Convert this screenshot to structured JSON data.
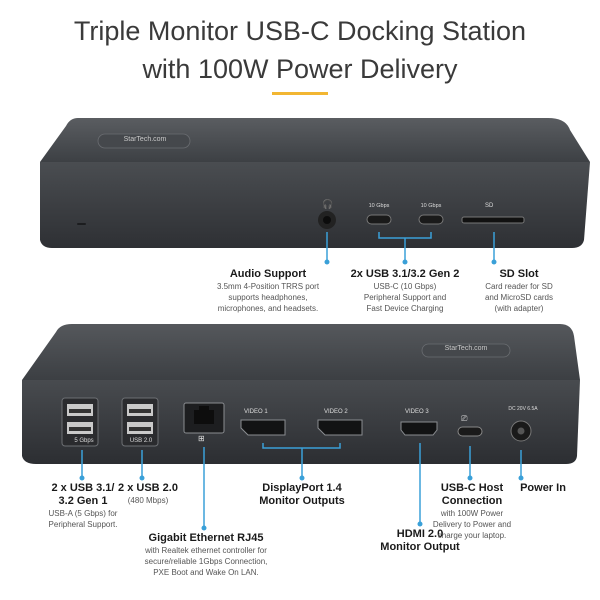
{
  "title": {
    "line1": "Triple Monitor USB-C Docking Station",
    "line2": "with 100W Power Delivery"
  },
  "brand": "StarTech.com",
  "top_ports": {
    "usb_c_left_label": "10 Gbps",
    "usb_c_right_label": "10 Gbps",
    "sd_label": "SD"
  },
  "bottom_ports": {
    "usb_a_label": "5 Gbps",
    "usb2_label": "USB 2.0",
    "video1": "VIDEO 1",
    "video2": "VIDEO 2",
    "video3": "VIDEO 3",
    "power_label": "DC 20V 6.5A"
  },
  "callouts": {
    "audio": {
      "title": "Audio Support",
      "desc1": "3.5mm 4-Position TRRS port",
      "desc2": "supports headphones,",
      "desc3": "microphones, and headsets."
    },
    "usb_gen2": {
      "title": "2x USB 3.1/3.2 Gen 2",
      "desc1": "USB-C (10 Gbps)",
      "desc2": "Peripheral Support and",
      "desc3": "Fast Device Charging"
    },
    "sd": {
      "title": "SD Slot",
      "desc1": "Card reader for SD",
      "desc2": "and MicroSD cards",
      "desc3": "(with adapter)"
    },
    "usb_gen1": {
      "title1": "2 x USB 3.1/",
      "title2": "3.2 Gen 1",
      "desc1": "USB-A (5 Gbps) for",
      "desc2": "Peripheral Support."
    },
    "usb2": {
      "title": "2 x USB 2.0",
      "desc": "(480 Mbps)"
    },
    "displayport": {
      "title1": "DisplayPort 1.4",
      "title2": "Monitor Outputs"
    },
    "ethernet": {
      "title": "Gigabit Ethernet RJ45",
      "desc1": "with Realtek ethernet controller for",
      "desc2": "secure/reliable 1Gbps Connection,",
      "desc3": "PXE Boot and Wake On LAN."
    },
    "hdmi": {
      "title1": "HDMI 2.0",
      "title2": "Monitor Output"
    },
    "usbc_host": {
      "title1": "USB-C Host",
      "title2": "Connection",
      "desc1": "with 100W Power",
      "desc2": "Delivery to Power and",
      "desc3": "charge your laptop."
    },
    "power": {
      "title": "Power In"
    }
  }
}
